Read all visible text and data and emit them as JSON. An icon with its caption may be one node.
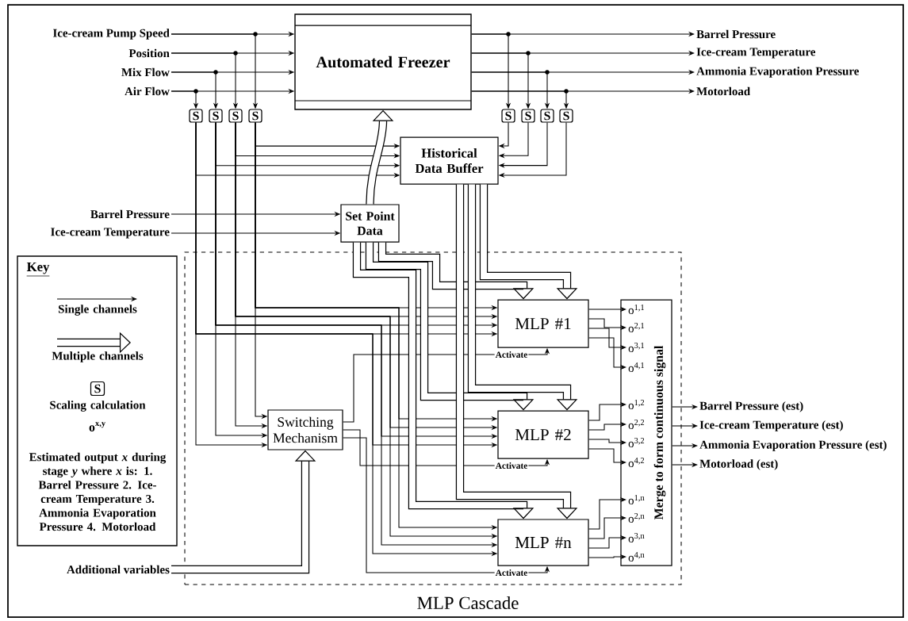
{
  "diagram": {
    "nodes": [
      {
        "text": [
          "Automated Freezer"
        ]
      },
      {
        "text": [
          "Ice-cream Pump Speed"
        ]
      },
      {
        "text": [
          "Position"
        ]
      },
      {
        "text": [
          "Mix Flow"
        ]
      },
      {
        "text": [
          "Air Flow"
        ]
      },
      {
        "text": [
          "Barrel Pressure"
        ]
      },
      {
        "text": [
          "Ice-cream Temperature"
        ]
      },
      {
        "text": [
          "Ammonia Evaporation Pressure"
        ]
      },
      {
        "text": [
          "Motorload"
        ]
      },
      {
        "text": [
          "S"
        ]
      },
      {
        "text": [
          "S"
        ]
      },
      {
        "text": [
          "S"
        ]
      },
      {
        "text": [
          "S"
        ]
      },
      {
        "text": [
          "S"
        ]
      },
      {
        "text": [
          "S"
        ]
      },
      {
        "text": [
          "S"
        ]
      },
      {
        "text": [
          "S"
        ]
      },
      {
        "text": [
          "Historical Data Buffer"
        ]
      },
      {
        "text": [
          "Barrel Pressure"
        ]
      },
      {
        "text": [
          "Ice-cream Temperature"
        ]
      },
      {
        "text": [
          "Set Point Data"
        ]
      },
      {
        "text": [
          "MLP Cascade"
        ]
      },
      {
        "text": [
          "Switching Mechanism"
        ],
        "in": 21
      },
      {
        "text": [
          "MLP #1"
        ],
        "in": 21
      },
      {
        "text": [
          "MLP #2"
        ],
        "in": 21
      },
      {
        "text": [
          "MLP #n"
        ],
        "in": 21
      },
      {
        "text": [
          "Merge to form continuous signal"
        ],
        "in": 21
      },
      {
        "text": [
          "o$^{1,1}$"
        ],
        "in": 26
      },
      {
        "text": [
          "o$^{2,1}$"
        ],
        "in": 26
      },
      {
        "text": [
          "o$^{3,1}$"
        ],
        "in": 26
      },
      {
        "text": [
          "o$^{4,1}$"
        ],
        "in": 26
      },
      {
        "text": [
          "o$^{1,2}$"
        ],
        "in": 26
      },
      {
        "text": [
          "o$^{2,2}$"
        ],
        "in": 26
      },
      {
        "text": [
          "o$^{3,2}$"
        ],
        "in": 26
      },
      {
        "text": [
          "o$^{4,2}$"
        ],
        "in": 26
      },
      {
        "text": [
          "o$^{1,n}$"
        ],
        "in": 26
      },
      {
        "text": [
          "o$^{2,n}$"
        ],
        "in": 26
      },
      {
        "text": [
          "o$^{3,n}$"
        ],
        "in": 26
      },
      {
        "text": [
          "o$^{4,n}$"
        ],
        "in": 26
      },
      {
        "text": [
          "Barrel Pressure (est)"
        ]
      },
      {
        "text": [
          "Ice-cream Temperature (est)"
        ]
      },
      {
        "text": [
          "Ammonia Evaporation Pressure (est)"
        ]
      },
      {
        "text": [
          "Motorload (est)"
        ]
      },
      {
        "text": [
          "Additional variables"
        ]
      }
    ],
    "edges": [
      {
        "from": 1,
        "to": 0,
        "arrow": "to"
      },
      {
        "from": 2,
        "to": 0,
        "arrow": "to"
      },
      {
        "from": 3,
        "to": 0,
        "arrow": "to"
      },
      {
        "from": 4,
        "to": 0,
        "arrow": "to"
      },
      {
        "from": 1,
        "to": 12,
        "arrow": "to"
      },
      {
        "from": 2,
        "to": 11,
        "arrow": "to"
      },
      {
        "from": 3,
        "to": 10,
        "arrow": "to"
      },
      {
        "from": 4,
        "to": 9,
        "arrow": "to"
      },
      {
        "from": 0,
        "to": 5,
        "arrow": "to"
      },
      {
        "from": 0,
        "to": 6,
        "arrow": "to"
      },
      {
        "from": 0,
        "to": 7,
        "arrow": "to"
      },
      {
        "from": 0,
        "to": 8,
        "arrow": "to"
      },
      {
        "from": 0,
        "to": 13,
        "arrow": "to"
      },
      {
        "from": 0,
        "to": 14,
        "arrow": "to"
      },
      {
        "from": 0,
        "to": 15,
        "arrow": "to"
      },
      {
        "from": 0,
        "to": 16,
        "arrow": "to"
      },
      {
        "from": 9,
        "to": 17,
        "arrow": "to"
      },
      {
        "from": 10,
        "to": 17,
        "arrow": "to"
      },
      {
        "from": 11,
        "to": 17,
        "arrow": "to"
      },
      {
        "from": 12,
        "to": 17,
        "arrow": "to"
      },
      {
        "from": 13,
        "to": 17,
        "arrow": "to"
      },
      {
        "from": 14,
        "to": 17,
        "arrow": "to"
      },
      {
        "from": 15,
        "to": 17,
        "arrow": "to"
      },
      {
        "from": 16,
        "to": 17,
        "arrow": "to"
      },
      {
        "from": 18,
        "to": 20,
        "arrow": "to"
      },
      {
        "from": 19,
        "to": 20,
        "arrow": "to"
      },
      {
        "from": 20,
        "to": 0,
        "arrow": "to",
        "style": "thick"
      },
      {
        "from": 9,
        "to": 22,
        "arrow": "to"
      },
      {
        "from": 10,
        "to": 22,
        "arrow": "to"
      },
      {
        "from": 11,
        "to": 22,
        "arrow": "to"
      },
      {
        "from": 12,
        "to": 22,
        "arrow": "to"
      },
      {
        "from": 9,
        "to": 23,
        "arrow": "to"
      },
      {
        "from": 9,
        "to": 24,
        "arrow": "to"
      },
      {
        "from": 9,
        "to": 25,
        "arrow": "to"
      },
      {
        "from": 10,
        "to": 23,
        "arrow": "to"
      },
      {
        "from": 10,
        "to": 24,
        "arrow": "to"
      },
      {
        "from": 10,
        "to": 25,
        "arrow": "to"
      },
      {
        "from": 11,
        "to": 23,
        "arrow": "to"
      },
      {
        "from": 11,
        "to": 24,
        "arrow": "to"
      },
      {
        "from": 11,
        "to": 25,
        "arrow": "to"
      },
      {
        "from": 12,
        "to": 23,
        "arrow": "to"
      },
      {
        "from": 12,
        "to": 24,
        "arrow": "to"
      },
      {
        "from": 12,
        "to": 25,
        "arrow": "to"
      },
      {
        "from": 20,
        "to": 23,
        "arrow": "to",
        "style": "thick"
      },
      {
        "from": 20,
        "to": 24,
        "arrow": "to",
        "style": "thick"
      },
      {
        "from": 20,
        "to": 25,
        "arrow": "to",
        "style": "thick"
      },
      {
        "from": 17,
        "to": 23,
        "arrow": "to",
        "style": "thick"
      },
      {
        "from": 17,
        "to": 24,
        "arrow": "to",
        "style": "thick"
      },
      {
        "from": 17,
        "to": 25,
        "arrow": "to",
        "style": "thick"
      },
      {
        "from": 22,
        "to": 23,
        "arrow": "to",
        "label": "Activate"
      },
      {
        "from": 22,
        "to": 24,
        "arrow": "to",
        "label": "Activate"
      },
      {
        "from": 22,
        "to": 25,
        "arrow": "to",
        "label": "Activate"
      },
      {
        "from": 43,
        "to": 22,
        "arrow": "to",
        "style": "thick"
      },
      {
        "from": 23,
        "to": 27,
        "arrow": "to"
      },
      {
        "from": 23,
        "to": 28,
        "arrow": "to"
      },
      {
        "from": 23,
        "to": 29,
        "arrow": "to"
      },
      {
        "from": 23,
        "to": 30,
        "arrow": "to"
      },
      {
        "from": 24,
        "to": 31,
        "arrow": "to"
      },
      {
        "from": 24,
        "to": 32,
        "arrow": "to"
      },
      {
        "from": 24,
        "to": 33,
        "arrow": "to"
      },
      {
        "from": 24,
        "to": 34,
        "arrow": "to"
      },
      {
        "from": 25,
        "to": 35,
        "arrow": "to"
      },
      {
        "from": 25,
        "to": 36,
        "arrow": "to"
      },
      {
        "from": 25,
        "to": 37,
        "arrow": "to"
      },
      {
        "from": 25,
        "to": 38,
        "arrow": "to"
      },
      {
        "from": 26,
        "to": 39,
        "arrow": "to"
      },
      {
        "from": 26,
        "to": 40,
        "arrow": "to"
      },
      {
        "from": 26,
        "to": 41,
        "arrow": "to"
      },
      {
        "from": 26,
        "to": 42,
        "arrow": "to"
      }
    ],
    "labels": [
      "Key",
      "S",
      "o$^{x,y}$"
    ],
    "legend": [
      {
        "text": "Single channels"
      },
      {
        "text": "Multiple channels"
      },
      {
        "text": "Scaling calculation"
      },
      {
        "text": "Estimated output *x* during stage *y* where *x* is: 1. Barrel Pressure 2. Ice-cream Temperature 3. Ammonia Evaporation Pressure 4. Motorload"
      }
    ]
  }
}
